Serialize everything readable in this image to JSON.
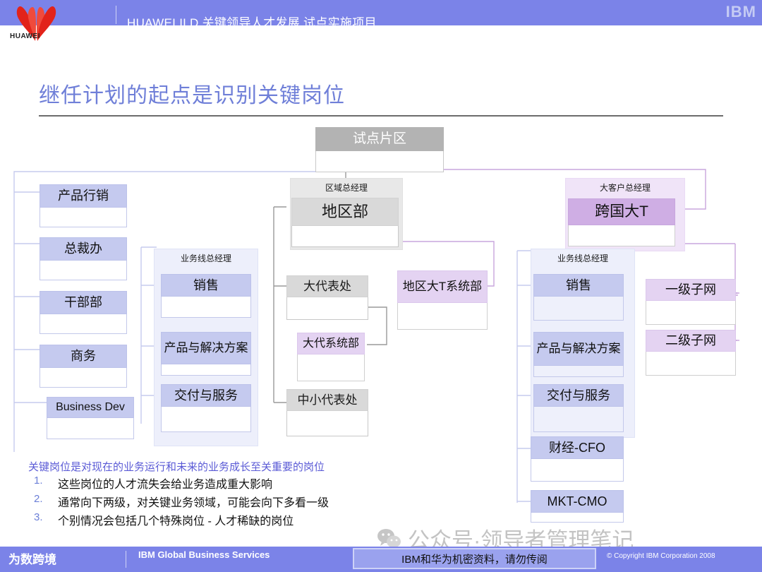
{
  "header": {
    "title": "HUAWEI ILD 关键领导人才发展 试点实施项目",
    "huawei_label": "HUAWEI",
    "ibm_label": "IBM"
  },
  "slide": {
    "title": "继任计划的起点是识别关键岗位"
  },
  "chart_data": {
    "type": "diagram",
    "title": "继任计划的起点是识别关键岗位",
    "root": {
      "label": "试点片区",
      "style": "gray"
    },
    "groups": [
      {
        "id": "region-group",
        "label": "区域总经理",
        "style": "gray"
      },
      {
        "id": "bizline-left-group",
        "label": "业务线总经理",
        "style": "blue"
      },
      {
        "id": "bizline-right-group",
        "label": "业务线总经理",
        "style": "blue"
      },
      {
        "id": "keyaccount-group",
        "label": "大客户总经理",
        "style": "lilac"
      }
    ],
    "nodes": [
      {
        "id": "n-product-mkt",
        "label": "产品行销",
        "style": "blue",
        "column": "left"
      },
      {
        "id": "n-president-office",
        "label": "总裁办",
        "style": "blue",
        "column": "left"
      },
      {
        "id": "n-cadre-dept",
        "label": "干部部",
        "style": "blue",
        "column": "left"
      },
      {
        "id": "n-commerce",
        "label": "商务",
        "style": "blue",
        "column": "left"
      },
      {
        "id": "n-business-dev",
        "label": "Business Dev",
        "style": "blue",
        "column": "left"
      },
      {
        "id": "n-region-dept",
        "label": "地区部",
        "style": "gray2",
        "column": "center"
      },
      {
        "id": "n-big-rep-office",
        "label": "大代表处",
        "style": "gray2",
        "column": "center"
      },
      {
        "id": "n-big-rep-system",
        "label": "大代系统部",
        "style": "lilac",
        "column": "center"
      },
      {
        "id": "n-sme-rep-office",
        "label": "中小代表处",
        "style": "gray2",
        "column": "center"
      },
      {
        "id": "n-sales-left",
        "label": "销售",
        "style": "blue",
        "column": "bizline-left"
      },
      {
        "id": "n-product-solution-left",
        "label": "产品与解决方案",
        "style": "blue",
        "column": "bizline-left"
      },
      {
        "id": "n-delivery-service-left",
        "label": "交付与服务",
        "style": "blue",
        "column": "bizline-left"
      },
      {
        "id": "n-region-bigt-system",
        "label": "地区大T系统部",
        "style": "lilac",
        "column": "center-right"
      },
      {
        "id": "n-multinational-bigt",
        "label": "跨国大T",
        "style": "purple",
        "column": "right-top"
      },
      {
        "id": "n-sales-right",
        "label": "销售",
        "style": "blue",
        "column": "bizline-right"
      },
      {
        "id": "n-product-solution-right",
        "label": "产品与解决方案",
        "style": "blue",
        "column": "bizline-right"
      },
      {
        "id": "n-delivery-service-right",
        "label": "交付与服务",
        "style": "blue",
        "column": "bizline-right"
      },
      {
        "id": "n-finance-cfo",
        "label": "财经-CFO",
        "style": "blue",
        "column": "bizline-right"
      },
      {
        "id": "n-mkt-cmo",
        "label": "MKT-CMO",
        "style": "blue",
        "column": "bizline-right"
      },
      {
        "id": "n-tier1-subnet",
        "label": "一级子网",
        "style": "lilac",
        "column": "far-right"
      },
      {
        "id": "n-tier2-subnet",
        "label": "二级子网",
        "style": "lilac",
        "column": "far-right"
      }
    ],
    "colors": {
      "gray_header": "#b3b3b3",
      "gray_light": "#d9d9d9",
      "blue_header": "#c5caef",
      "purple_header": "#cfaee4",
      "lilac_header": "#e4d3f2",
      "accent_title": "#6f7fd8",
      "brand_bar": "#7b83e8"
    }
  },
  "notes": {
    "lead": "关键岗位是对现在的业务运行和未来的业务成长至关重要的岗位",
    "items": [
      {
        "num": "1.",
        "text": "这些岗位的人才流失会给业务造成重大影响"
      },
      {
        "num": "2.",
        "text": "通常向下两级，对关键业务领域，可能会向下多看一级"
      },
      {
        "num": "3.",
        "text": "个别情况会包括几个特殊岗位 - 人才稀缺的岗位"
      }
    ]
  },
  "watermark": {
    "text": "公众号·领导者管理笔记",
    "icon": "wechat-icon"
  },
  "footer": {
    "left_logo": "为数跨境",
    "brand": "IBM Global Business Services",
    "confidential": "IBM和华为机密资料，请勿传阅",
    "copyright": "© Copyright IBM Corporation 2008"
  }
}
